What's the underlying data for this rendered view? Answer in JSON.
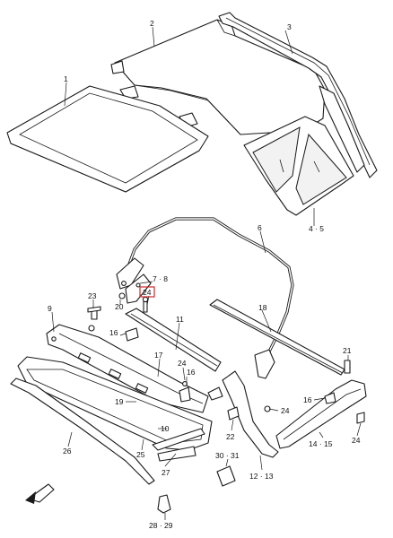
{
  "labels": {
    "l1": "1",
    "l2": "2",
    "l3": "3",
    "l45": "4 · 5",
    "l6": "6",
    "l78": "7 · 8",
    "l24a": "24",
    "l20": "20",
    "l23": "23",
    "l9": "9",
    "l11": "11",
    "l18": "18",
    "l16a": "16",
    "l17": "17",
    "l24b": "24",
    "l16b": "16",
    "l19": "19",
    "l10": "10",
    "l22": "22",
    "l24c": "24",
    "l16c": "16",
    "l21": "21",
    "l24d": "24",
    "l1415": "14 · 15",
    "l26": "26",
    "l25": "25",
    "l27": "27",
    "l3031": "30 · 31",
    "l1213": "12 · 13",
    "l2829": "28 · 29"
  },
  "highlight_color": "#cc2a2a",
  "icons": {
    "front": "front-arrow-icon"
  }
}
